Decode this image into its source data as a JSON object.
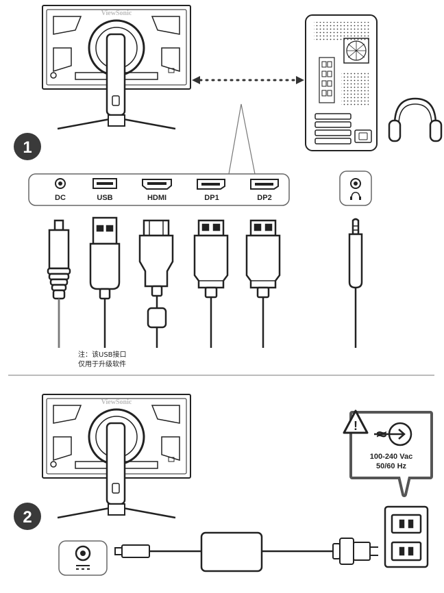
{
  "brand": "ViewSonic",
  "step1": {
    "number": "1",
    "ports": [
      {
        "label": "DC",
        "icon": "dc-jack-icon"
      },
      {
        "label": "USB",
        "icon": "usb-port-icon"
      },
      {
        "label": "HDMI",
        "icon": "hdmi-port-icon"
      },
      {
        "label": "DP1",
        "icon": "displayport-icon"
      },
      {
        "label": "DP2",
        "icon": "displayport-icon"
      }
    ],
    "headphone_icon": "headphone-icon",
    "note_line1": "注：该USB接口",
    "note_line2": "仅用于升级软件"
  },
  "step2": {
    "number": "2",
    "power_spec_line1": "100-240 Vac",
    "power_spec_line2": "50/60 Hz",
    "warning_symbol": "!",
    "ac_symbol": "≈"
  },
  "colors": {
    "ink": "#222222",
    "badge": "#3a3a3a",
    "panel_stroke": "#666666",
    "brand_grey": "#bdbdbd"
  }
}
